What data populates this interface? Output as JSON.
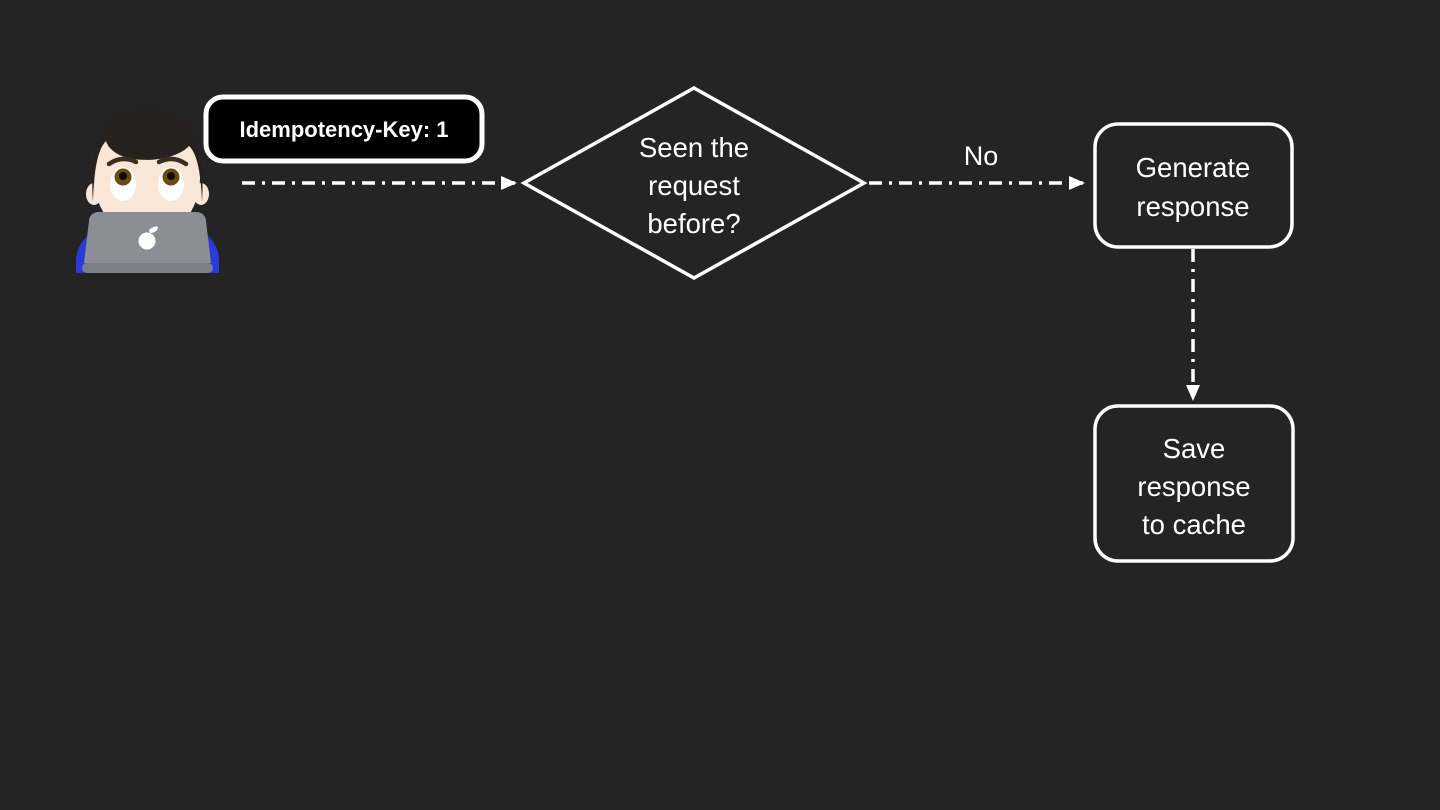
{
  "slide": {
    "background_color": "#232423",
    "stroke_color": "#ffffff",
    "text_color": "#ffffff"
  },
  "client": {
    "icon": "person-technologist-emoji",
    "shirt_color": "#2a3bdc",
    "laptop_color": "#8b8f95",
    "skin_color": "#f8e7d6",
    "hair_color": "#27221f"
  },
  "request_badge": {
    "label": "Idempotency-Key: 1",
    "fill_color": "#000000"
  },
  "decision_diamond": {
    "line1": "Seen the",
    "line2": "request",
    "line3": "before?"
  },
  "no_edge": {
    "label": "No"
  },
  "generate_node": {
    "line1": "Generate",
    "line2": "response"
  },
  "save_node": {
    "line1": "Save",
    "line2": "response",
    "line3": "to cache"
  }
}
